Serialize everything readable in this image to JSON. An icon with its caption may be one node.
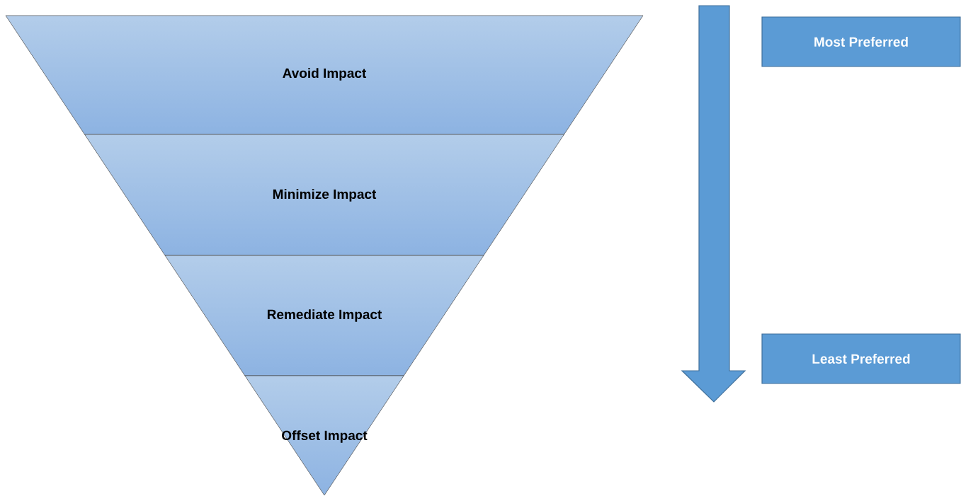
{
  "diagram": {
    "nodes": [
      {
        "text": [
          "Avoid Impact"
        ]
      },
      {
        "text": [
          "Minimize Impact"
        ]
      },
      {
        "text": [
          "Remediate Impact"
        ]
      },
      {
        "text": [
          "Offset Impact"
        ]
      },
      {
        "text": [
          "Most Preferred"
        ]
      },
      {
        "text": [
          "Least Preferred"
        ]
      }
    ]
  }
}
